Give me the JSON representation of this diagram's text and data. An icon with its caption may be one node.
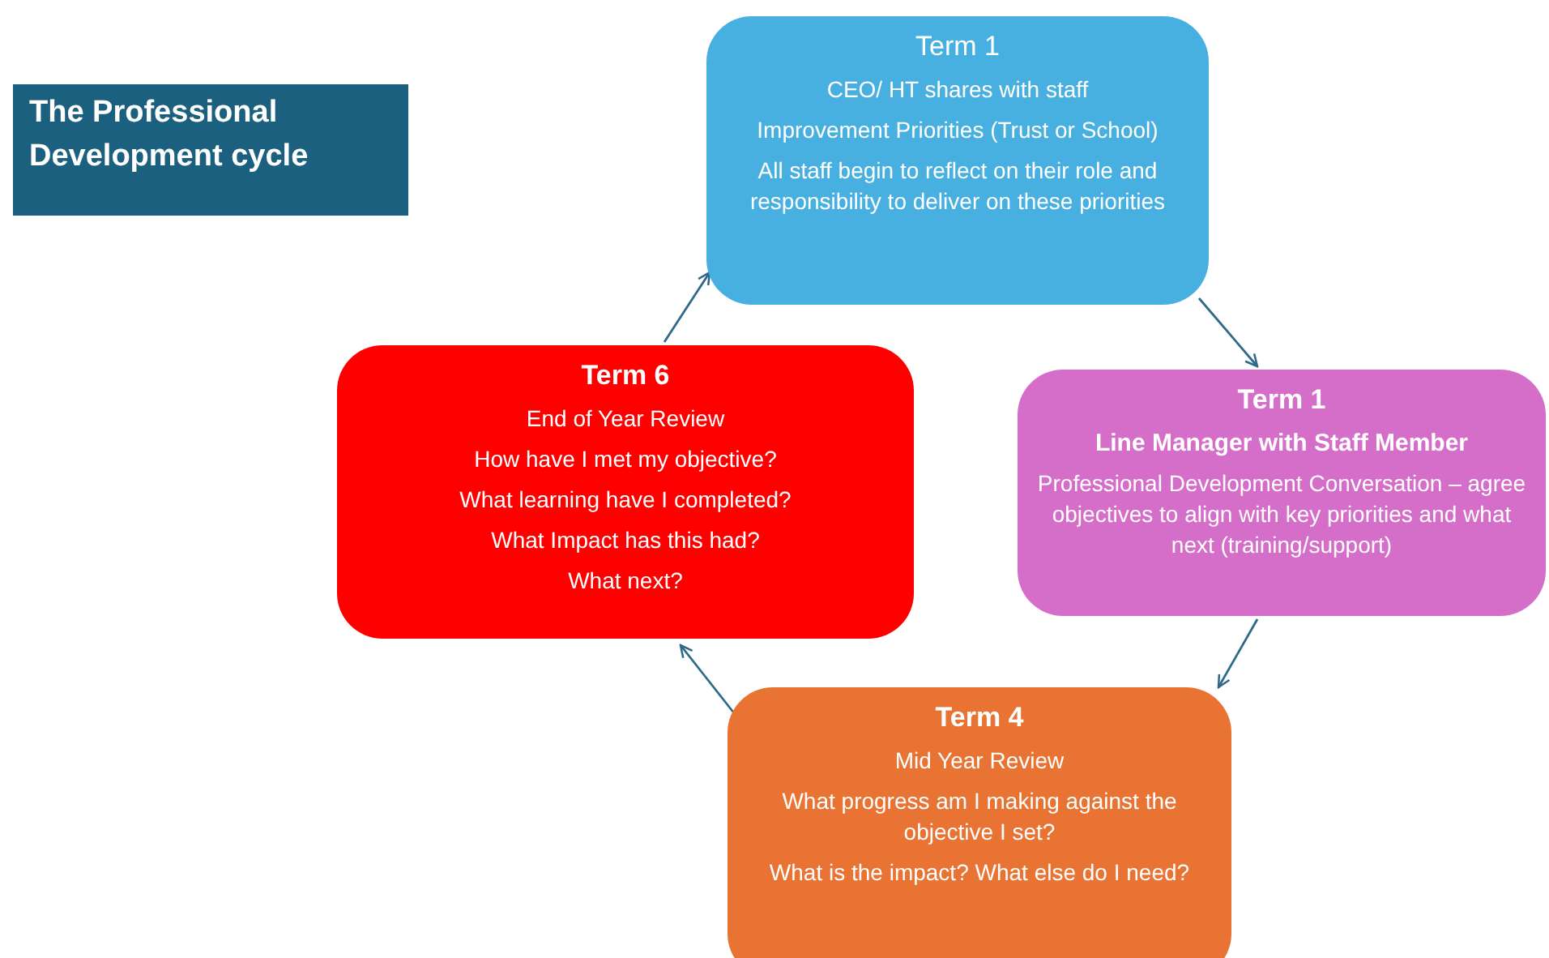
{
  "diagram": {
    "title": "The Professional Development cycle",
    "nodes": [
      {
        "text": [
          "Term 1",
          "CEO/ HT shares with staff",
          "Improvement Priorities (Trust or School)",
          "All staff begin to reflect on their role and responsibility to deliver on these priorities"
        ]
      },
      {
        "text": [
          "Term 1",
          "Line Manager with Staff Member",
          "Professional Development Conversation – agree objectives to align with key priorities and what next (training/support)"
        ]
      },
      {
        "text": [
          "Term 4",
          "Mid Year Review",
          "What progress am I making against the objective I set?",
          "What is the impact? What else do I need?"
        ]
      },
      {
        "text": [
          "Term 6",
          "End of Year Review",
          "How have I met my objective?",
          "What learning have I completed?",
          "What Impact has this had?",
          "What next?"
        ]
      }
    ],
    "edges": [
      {
        "from": 0,
        "to": 1,
        "arrow": "to"
      },
      {
        "from": 1,
        "to": 2,
        "arrow": "to"
      },
      {
        "from": 2,
        "to": 3,
        "arrow": "to"
      },
      {
        "from": 3,
        "to": 0,
        "arrow": "to"
      }
    ]
  }
}
